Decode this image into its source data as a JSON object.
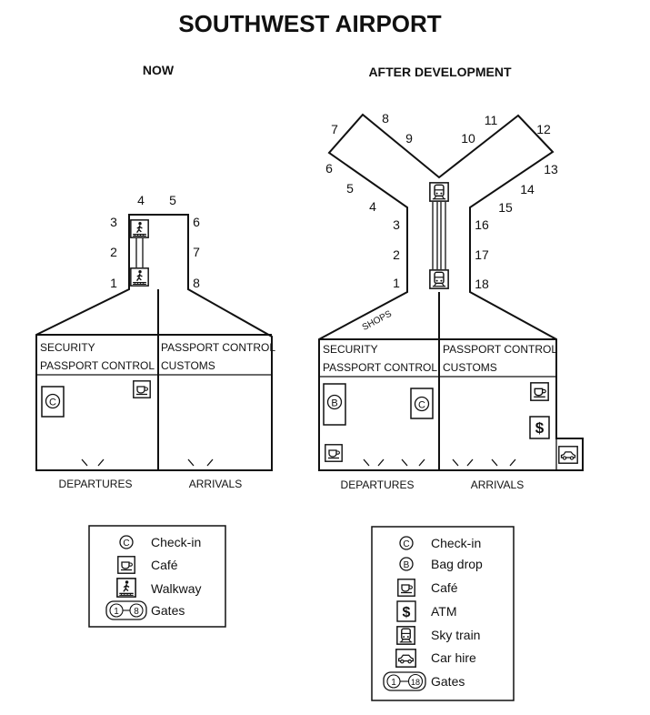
{
  "title": "SOUTHWEST AIRPORT",
  "now": {
    "heading": "NOW",
    "gates": [
      "1",
      "2",
      "3",
      "4",
      "5",
      "6",
      "7",
      "8"
    ],
    "zones": {
      "left_line1": "SECURITY",
      "left_line2": "PASSPORT CONTROL",
      "right_line1": "PASSPORT CONTROL",
      "right_line2": "CUSTOMS"
    },
    "exits": {
      "left": "DEPARTURES",
      "right": "ARRIVALS"
    },
    "icons": {
      "checkin": "C"
    },
    "legend": [
      {
        "icon": "check-in-icon",
        "label": "Check-in"
      },
      {
        "icon": "cafe-icon",
        "label": "Café"
      },
      {
        "icon": "walkway-icon",
        "label": "Walkway"
      },
      {
        "icon": "gates-icon",
        "label": "Gates",
        "from": "1",
        "to": "8"
      }
    ]
  },
  "after": {
    "heading": "AFTER DEVELOPMENT",
    "gates": [
      "1",
      "2",
      "3",
      "4",
      "5",
      "6",
      "7",
      "8",
      "9",
      "10",
      "11",
      "12",
      "13",
      "14",
      "15",
      "16",
      "17",
      "18"
    ],
    "shops": "SHOPS",
    "zones": {
      "left_line1": "SECURITY",
      "left_line2": "PASSPORT CONTROL",
      "right_line1": "PASSPORT CONTROL",
      "right_line2": "CUSTOMS"
    },
    "exits": {
      "left": "DEPARTURES",
      "right": "ARRIVALS"
    },
    "icons": {
      "checkin": "C",
      "bagdrop": "B",
      "atm": "$"
    },
    "legend": [
      {
        "icon": "check-in-icon",
        "label": "Check-in",
        "glyph": "C"
      },
      {
        "icon": "bag-drop-icon",
        "label": "Bag drop",
        "glyph": "B"
      },
      {
        "icon": "cafe-icon",
        "label": "Café"
      },
      {
        "icon": "atm-icon",
        "label": "ATM",
        "glyph": "$"
      },
      {
        "icon": "sky-train-icon",
        "label": "Sky train"
      },
      {
        "icon": "car-hire-icon",
        "label": "Car hire"
      },
      {
        "icon": "gates-icon",
        "label": "Gates",
        "from": "1",
        "to": "18"
      }
    ]
  }
}
